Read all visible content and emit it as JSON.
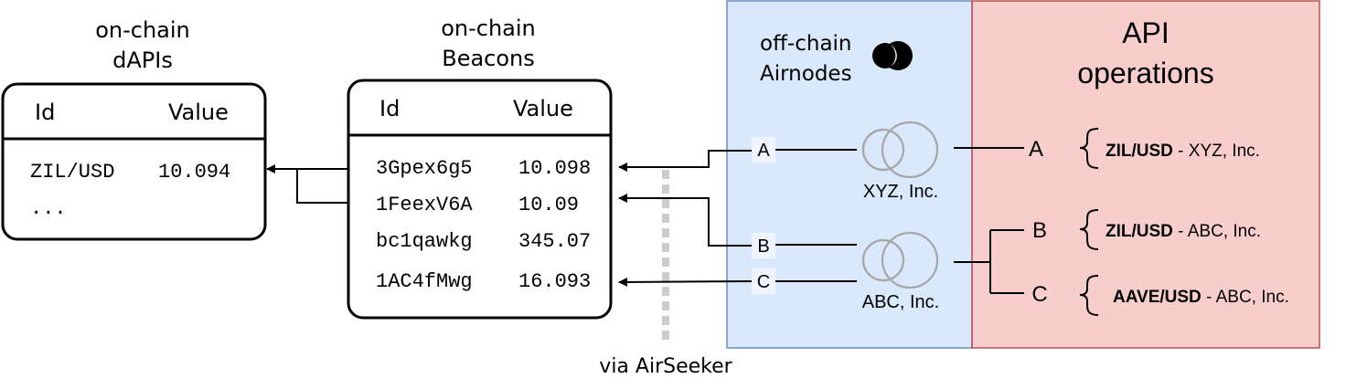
{
  "dapis": {
    "title_line1": "on-chain",
    "title_line2": "dAPIs",
    "header_id": "Id",
    "header_value": "Value",
    "rows": [
      {
        "id": "ZIL/USD",
        "value": "10.094"
      }
    ],
    "ellipsis": "..."
  },
  "beacons": {
    "title_line1": "on-chain",
    "title_line2": "Beacons",
    "header_id": "Id",
    "header_value": "Value",
    "rows": [
      {
        "id": "3Gpex6g5",
        "value": "10.098"
      },
      {
        "id": "1FeexV6A",
        "value": "10.09"
      },
      {
        "id": "bc1qawkg",
        "value": "345.07"
      },
      {
        "id": "1AC4fMwg",
        "value": "16.093"
      }
    ]
  },
  "airseeker_label": "via AirSeeker",
  "airnodes": {
    "title_line1": "off-chain",
    "title_line2": "Airnodes",
    "panel_color": "#dae8fc",
    "panel_border": "#6c8ebf",
    "node_color": "#a6a6a6",
    "providers": [
      "XYZ, Inc.",
      "ABC, Inc."
    ],
    "endpoints": [
      "A",
      "B",
      "C"
    ]
  },
  "api": {
    "title_line1": "API",
    "title_line2": "operations",
    "panel_color": "#f8cecc",
    "panel_border": "#b85450",
    "operations": [
      {
        "letter": "A",
        "pair": "ZIL/USD",
        "provider": " - XYZ, Inc."
      },
      {
        "letter": "B",
        "pair": "ZIL/USD",
        "provider": " - ABC, Inc."
      },
      {
        "letter": "C",
        "pair": "AAVE/USD",
        "provider": " - ABC, Inc."
      }
    ]
  }
}
